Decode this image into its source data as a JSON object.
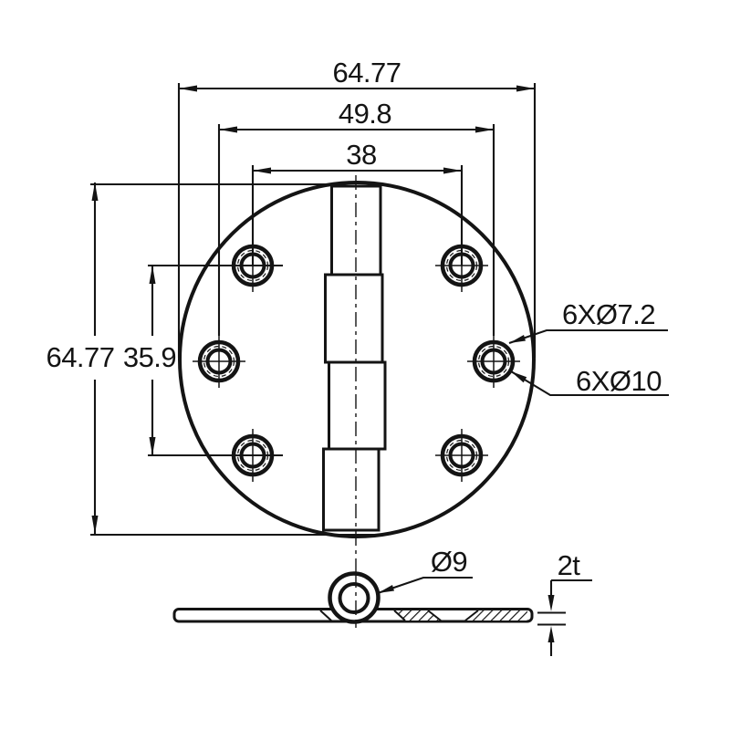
{
  "drawing": {
    "title": "round hinge technical drawing",
    "views": [
      "top view",
      "side section view"
    ],
    "colors": {
      "ink": "#141414",
      "background": "#ffffff"
    },
    "hole_count": 6
  },
  "labels": {
    "width_overall": "64.77",
    "width_mid_holes": "49.8",
    "width_top_holes": "38",
    "height_overall": "64.77",
    "height_holes": "35.9",
    "holes_inner_callout": "6XØ7.2",
    "holes_outer_callout": "6XØ10",
    "barrel_diameter": "Ø9",
    "plate_thickness": "2t"
  }
}
